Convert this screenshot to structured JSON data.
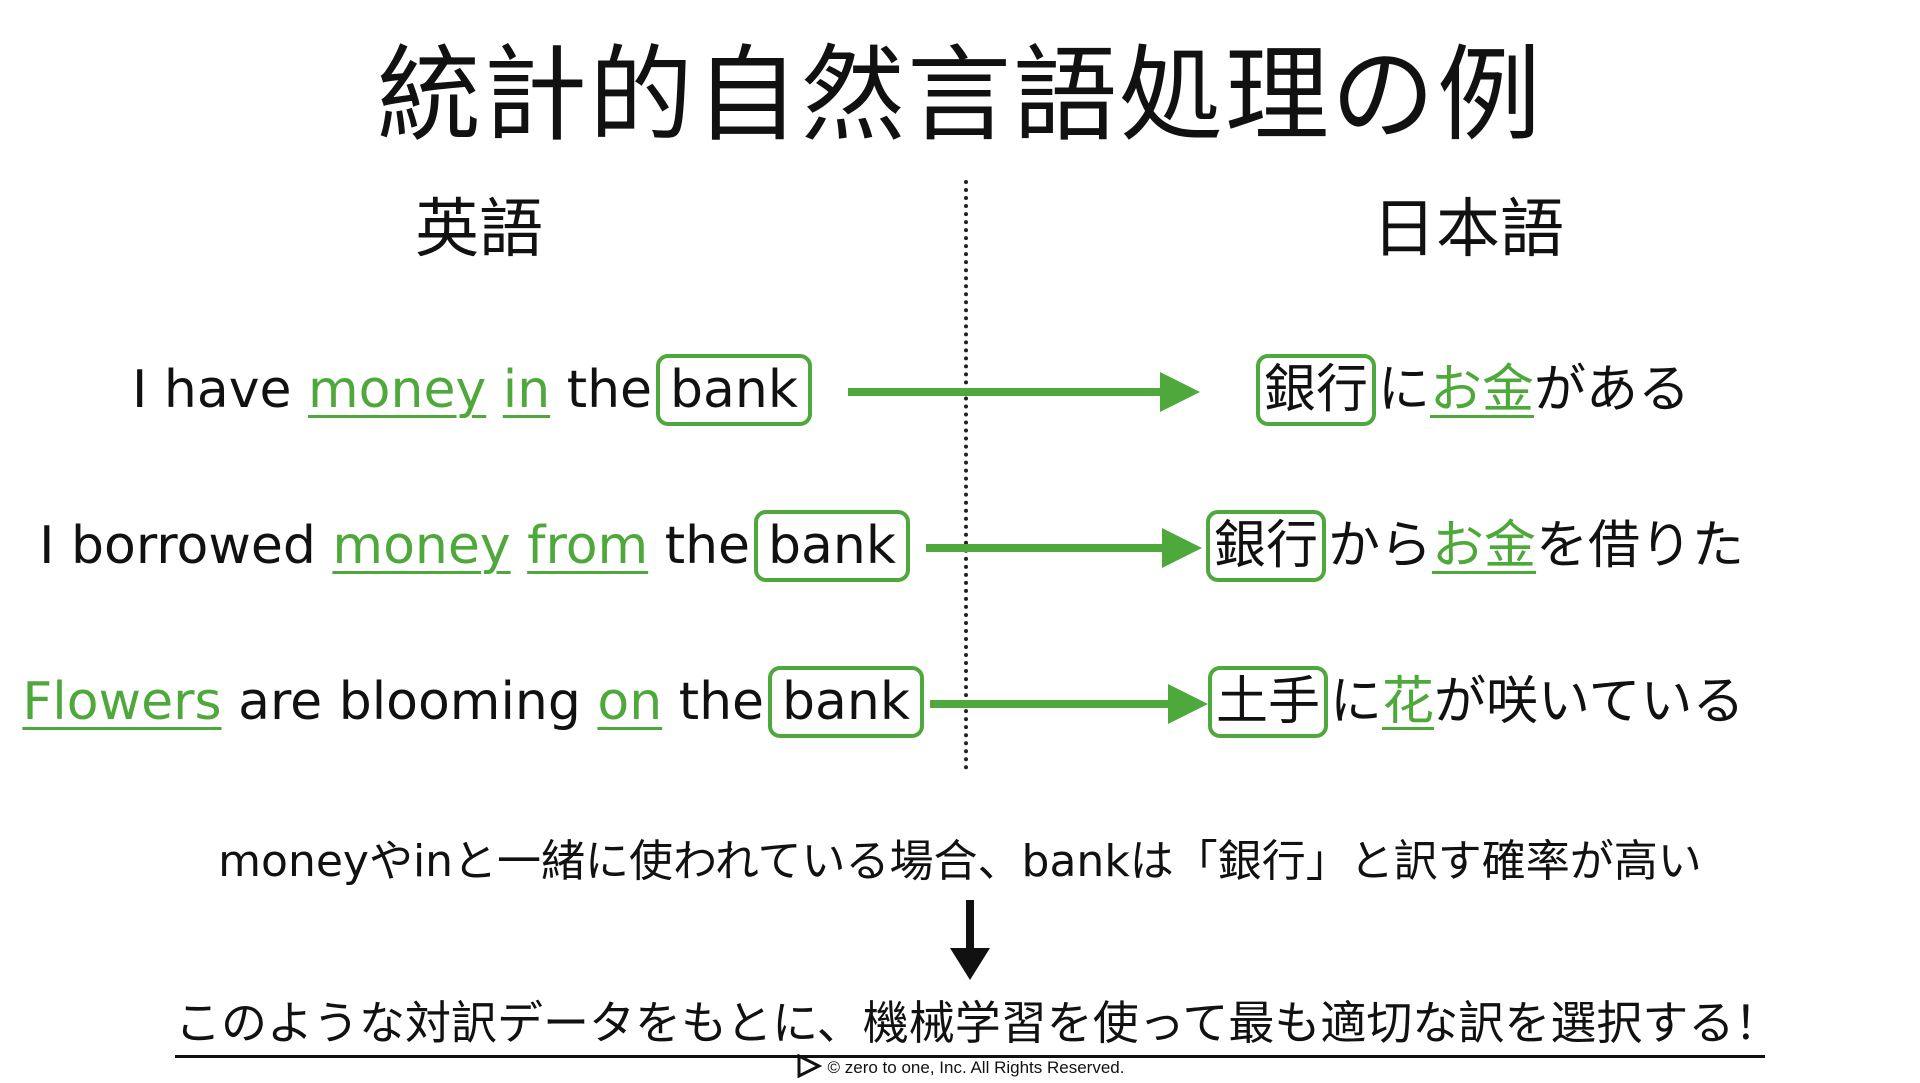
{
  "title": "統計的自然言語処理の例",
  "headers": {
    "english": "英語",
    "japanese": "日本語"
  },
  "rows": [
    {
      "en": [
        {
          "text": "I have ",
          "style": "plain"
        },
        {
          "text": "money",
          "style": "green"
        },
        {
          "text": " ",
          "style": "plain"
        },
        {
          "text": "in",
          "style": "green"
        },
        {
          "text": " the",
          "style": "plain"
        },
        {
          "text": "bank",
          "style": "box"
        }
      ],
      "ja": [
        {
          "text": "銀行",
          "style": "box"
        },
        {
          "text": "に",
          "style": "plain"
        },
        {
          "text": "お金",
          "style": "green"
        },
        {
          "text": "がある",
          "style": "plain"
        }
      ]
    },
    {
      "en": [
        {
          "text": "I borrowed ",
          "style": "plain"
        },
        {
          "text": "money",
          "style": "green"
        },
        {
          "text": " ",
          "style": "plain"
        },
        {
          "text": "from",
          "style": "green"
        },
        {
          "text": " the",
          "style": "plain"
        },
        {
          "text": "bank",
          "style": "box"
        }
      ],
      "ja": [
        {
          "text": "銀行",
          "style": "box"
        },
        {
          "text": "から",
          "style": "plain"
        },
        {
          "text": "お金",
          "style": "green"
        },
        {
          "text": "を借りた",
          "style": "plain"
        }
      ]
    },
    {
      "en": [
        {
          "text": "Flowers",
          "style": "green"
        },
        {
          "text": " are blooming ",
          "style": "plain"
        },
        {
          "text": "on",
          "style": "green"
        },
        {
          "text": " the",
          "style": "plain"
        },
        {
          "text": "bank",
          "style": "box"
        }
      ],
      "ja": [
        {
          "text": "土手",
          "style": "box"
        },
        {
          "text": "に",
          "style": "plain"
        },
        {
          "text": "花",
          "style": "green"
        },
        {
          "text": "が咲いている",
          "style": "plain"
        }
      ]
    }
  ],
  "note": "moneyやinと一緒に使われている場合、bankは「銀行」と訳す確率が高い",
  "conclusion": "このような対訳データをもとに、機械学習を使って最も適切な訳を選択する！",
  "footer": "©  zero to one, Inc. All Rights Reserved.",
  "colors": {
    "accent": "#4fa83b",
    "text": "#111111"
  }
}
